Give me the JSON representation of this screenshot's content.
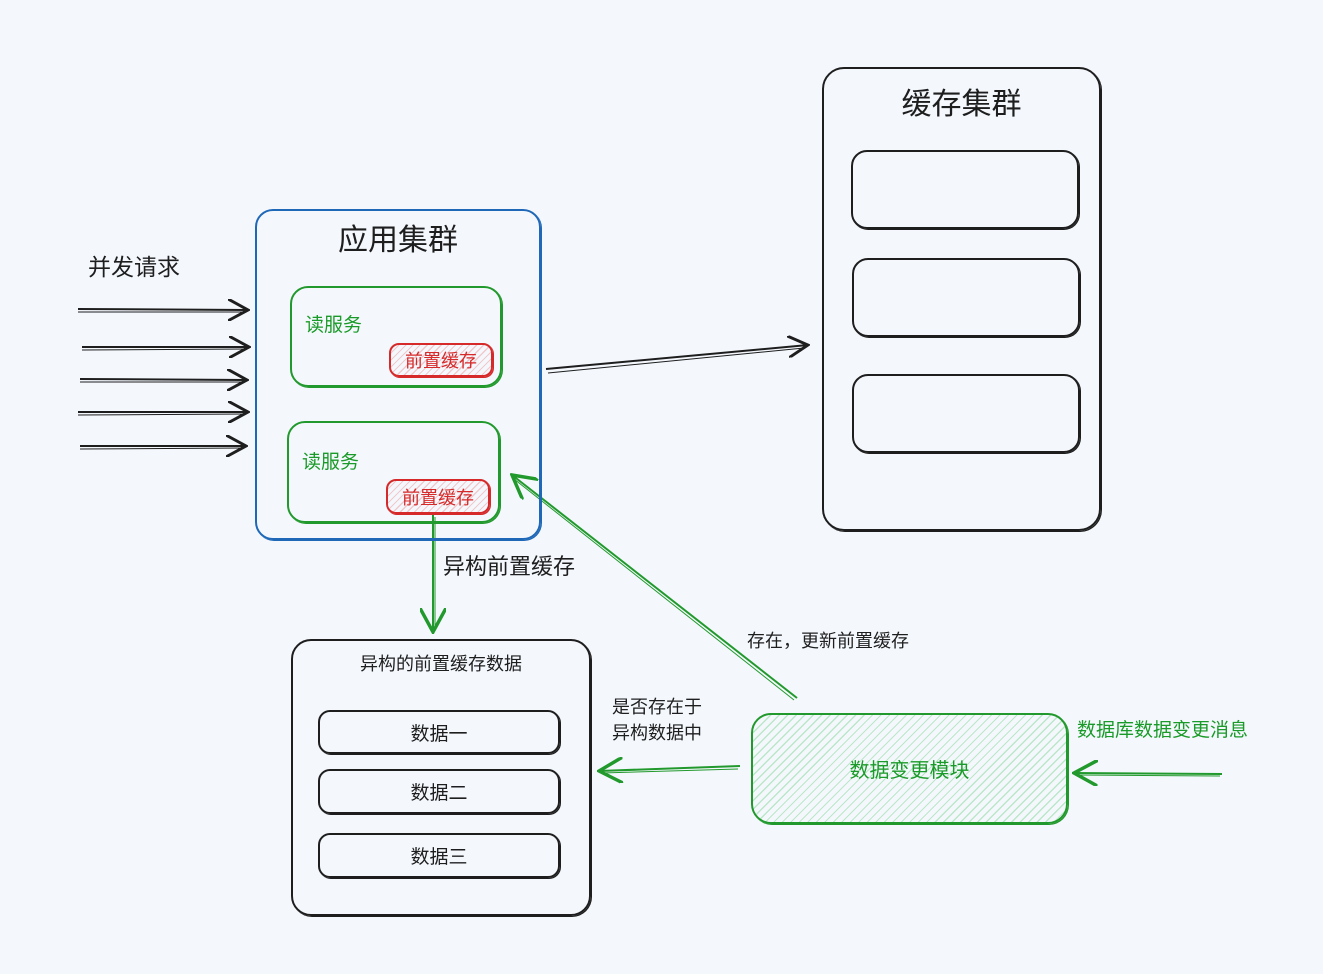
{
  "colors": {
    "background": "#f4f8fd",
    "stroke": "#1e1e1e",
    "app_cluster_border": "#1f68b8",
    "service_green": "#1a9a28",
    "cache_red": "#d62a2a"
  },
  "concurrent_requests": {
    "label": "并发请求",
    "arrow_count": 5
  },
  "app_cluster": {
    "title": "应用集群",
    "services": [
      {
        "label": "读服务",
        "cache_badge": "前置缓存"
      },
      {
        "label": "读服务",
        "cache_badge": "前置缓存"
      }
    ]
  },
  "cache_cluster": {
    "title": "缓存集群",
    "slots": [
      "",
      "",
      ""
    ]
  },
  "hetero_cache": {
    "arrow_label": "异构前置缓存",
    "title": "异构的前置缓存数据",
    "items": [
      "数据一",
      "数据二",
      "数据三"
    ]
  },
  "data_change_module": {
    "label": "数据变更模块",
    "incoming_label": "数据库数据变更消息",
    "check_label_line1": "是否存在于",
    "check_label_line2": "异构数据中",
    "update_label": "存在，更新前置缓存"
  }
}
